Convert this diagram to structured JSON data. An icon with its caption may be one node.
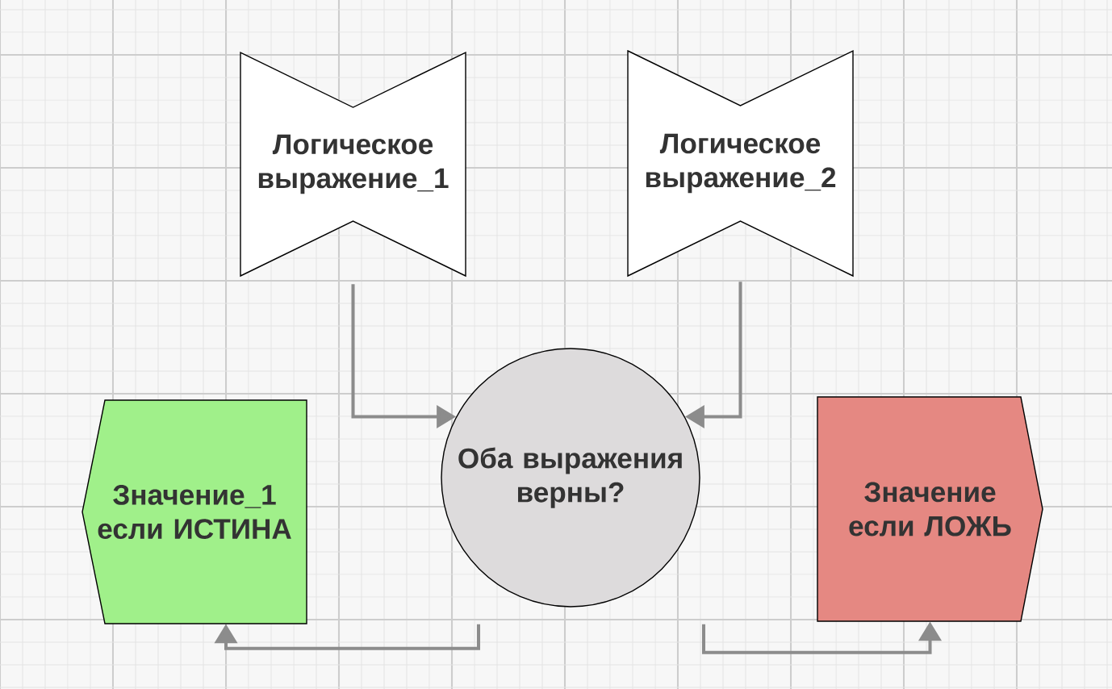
{
  "diagram": {
    "nodes": [
      {
        "text": [
          "Логическое выражение_1"
        ]
      },
      {
        "text": [
          "Логическое выражение_2"
        ]
      },
      {
        "text": [
          "Оба выражения верны?"
        ]
      },
      {
        "text": [
          "Значение_1 если ИСТИНА"
        ]
      },
      {
        "text": [
          "Значение если ЛОЖЬ"
        ]
      }
    ],
    "edges": [
      {
        "from": 0,
        "to": 2,
        "arrow": "to"
      },
      {
        "from": 1,
        "to": 2,
        "arrow": "to"
      },
      {
        "from": 2,
        "to": 3,
        "arrow": "to"
      },
      {
        "from": 2,
        "to": 4,
        "arrow": "to"
      }
    ]
  }
}
